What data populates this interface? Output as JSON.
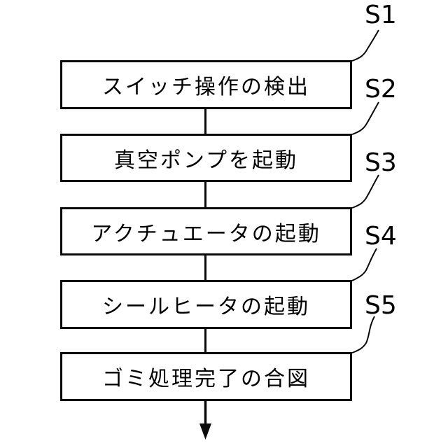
{
  "figure": {
    "type": "flowchart",
    "background_color": "#ffffff",
    "line_color": "#000000",
    "steps": [
      {
        "code": "S1",
        "label": "スイッチ操作の検出"
      },
      {
        "code": "S2",
        "label": "真空ポンプを起動"
      },
      {
        "code": "S3",
        "label": "アクチュエータの起動"
      },
      {
        "code": "S4",
        "label": "シールヒータの起動"
      },
      {
        "code": "S5",
        "label": "ゴミ処理完了の合図"
      }
    ],
    "flow_direction": "top-to-bottom"
  }
}
